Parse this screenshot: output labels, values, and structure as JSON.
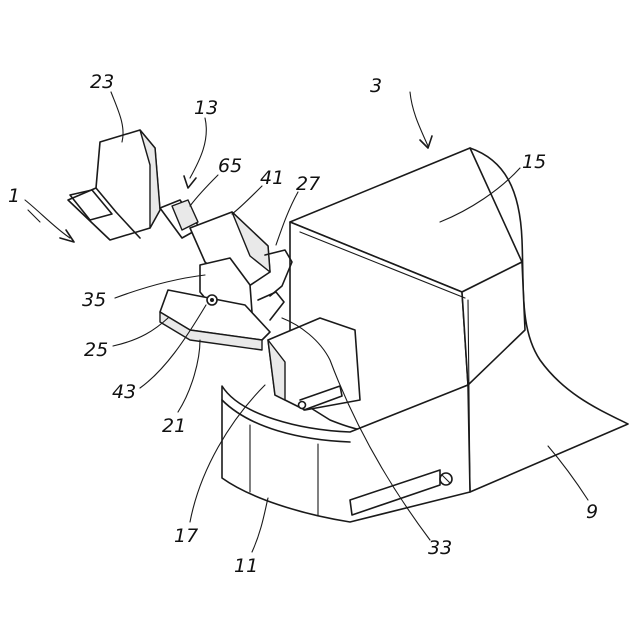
{
  "labels": {
    "l1": "1",
    "l3": "3",
    "l9": "9",
    "l11": "11",
    "l13": "13",
    "l15": "15",
    "l17": "17",
    "l21": "21",
    "l23": "23",
    "l25": "25",
    "l27": "27",
    "l33": "33",
    "l35": "35",
    "l41": "41",
    "l43": "43",
    "l65": "65"
  },
  "colors": {
    "line": "#1a1a1a",
    "background": "#ffffff",
    "shade": "#e9e9e9"
  }
}
